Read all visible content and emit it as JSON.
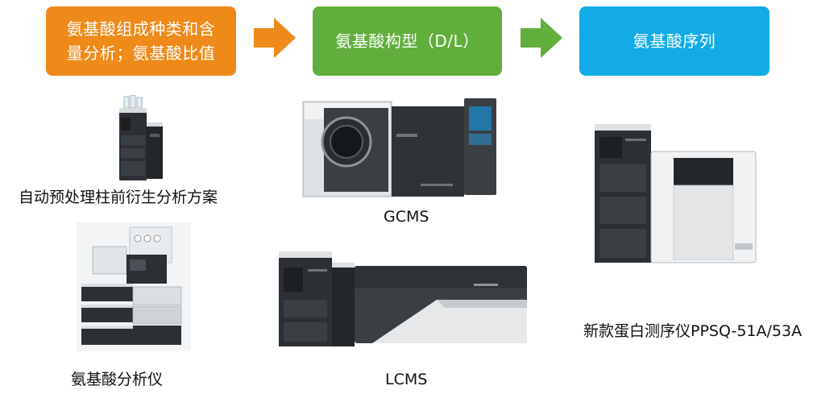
{
  "colors": {
    "step1": "#EE8A1A",
    "step2": "#62AE3C",
    "step3": "#12ABE6",
    "arrow1": "#EE8A1A",
    "arrow2": "#62AE3C"
  },
  "steps": [
    {
      "label": "氨基酸组成种类和含\n量分析；氨基酸比值"
    },
    {
      "label": "氨基酸构型（D/L）"
    },
    {
      "label": "氨基酸序列"
    }
  ],
  "instruments": {
    "auto_pretreatment": {
      "caption": "自动预处理柱前衍生分析方案",
      "icon": "hplc-tower-icon"
    },
    "amino_acid_analyzer": {
      "caption": "氨基酸分析仪",
      "icon": "amino-acid-analyzer-icon"
    },
    "gcms": {
      "caption": "GCMS",
      "icon": "gcms-instrument-icon"
    },
    "lcms": {
      "caption": "LCMS",
      "icon": "lcms-instrument-icon"
    },
    "ppsq": {
      "caption": "新款蛋白测序仪PPSQ-51A/53A",
      "icon": "protein-sequencer-icon"
    }
  }
}
